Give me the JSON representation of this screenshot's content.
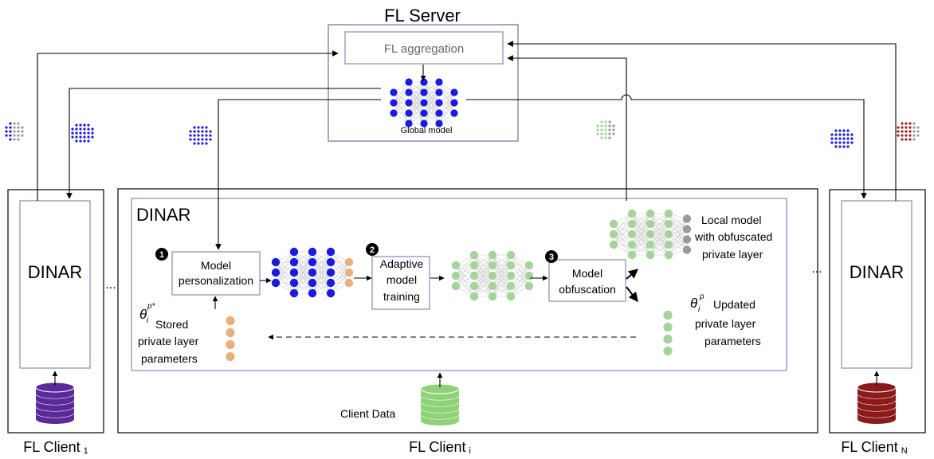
{
  "server": {
    "title": "FL  Server",
    "aggregation_label": "FL aggregation",
    "global_model_label": "Global model"
  },
  "client_1": {
    "dinar_label": "DINAR",
    "caption_main": "FL Client",
    "caption_sub": "1"
  },
  "client_i": {
    "dinar_label": "DINAR",
    "caption_main": "FL Client",
    "caption_sub": "i",
    "client_data_label": "Client Data",
    "step1": {
      "badge": "1",
      "line1": "Model",
      "line2": "personalization"
    },
    "step2": {
      "badge": "2",
      "line1": "Adaptive",
      "line2": "model",
      "line3": "training"
    },
    "step3": {
      "badge": "3",
      "line1": "Model",
      "line2": "obfuscation"
    },
    "stored": {
      "theta": "θ",
      "sub": "i",
      "sup": "p*",
      "line1": "Stored",
      "line2": "private layer",
      "line3": "parameters"
    },
    "updated": {
      "theta": "θ",
      "sub": "i",
      "sup": "p",
      "line1": "Updated",
      "line2": "private layer",
      "line3": "parameters"
    },
    "local_model": {
      "line1": "Local model",
      "line2": "with obfuscated",
      "line3": "private layer"
    }
  },
  "client_n": {
    "dinar_label": "DINAR",
    "caption_main": "FL Client",
    "caption_sub": "N"
  },
  "ellipsis": "...",
  "colors": {
    "blue": "#1a1ae0",
    "orange": "#e8b07a",
    "green": "#a6d39b",
    "grey": "#9a9a9a",
    "red": "#a02020",
    "purple": "#5a2a9a",
    "dark_red": "#8b1a1a",
    "light_green": "#8fd27a",
    "box_border": "#8888bb"
  }
}
